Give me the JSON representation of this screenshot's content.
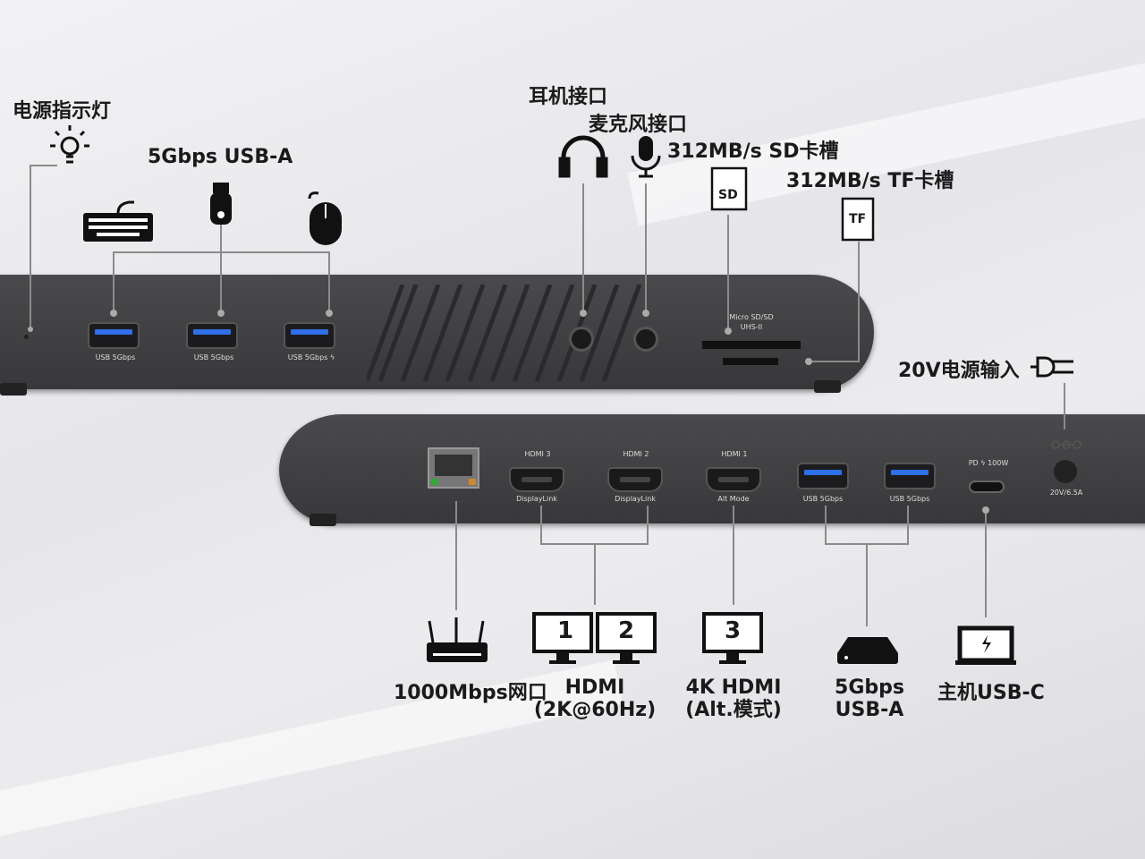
{
  "top_labels": {
    "power_led": "电源指示灯",
    "usb_a": "5Gbps USB-A",
    "headphone": "耳机接口",
    "mic": "麦克风接口",
    "sd": "312MB/s SD卡槽",
    "tf": "312MB/s TF卡槽",
    "power_in": "20V电源输入"
  },
  "front_ports": {
    "usb1": "USB 5Gbps",
    "usb2": "USB 5Gbps",
    "usb3": "USB 5Gbps ϟ",
    "card": "Micro SD/SD",
    "card2": "UHS-II"
  },
  "rear_ports": {
    "hdmi3": "HDMI 3",
    "hdmi3_sub": "DisplayLink",
    "hdmi2": "HDMI 2",
    "hdmi2_sub": "DisplayLink",
    "hdmi1": "HDMI 1",
    "hdmi1_sub": "Alt Mode",
    "usb1": "USB 5Gbps",
    "usb2": "USB 5Gbps",
    "pd": "PD ϟ 100W",
    "dc": "20V/6.5A"
  },
  "bottom_labels": {
    "ethernet": "1000Mbps网口",
    "hdmi_a": "HDMI",
    "hdmi_b": "(2K@60Hz)",
    "hdmi4k_a": "4K HDMI",
    "hdmi4k_b": "(Alt.模式)",
    "usb_a": "5Gbps",
    "usb_b": "USB-A",
    "host": "主机USB-C"
  },
  "icons": {
    "monitor1": "1",
    "monitor2": "2",
    "monitor3": "3",
    "sd_card": "SD",
    "tf_card": "TF"
  },
  "colors": {
    "dock": "#3f3f41",
    "usb_blue": "#2f6fe8",
    "line": "#8a8a8a"
  }
}
